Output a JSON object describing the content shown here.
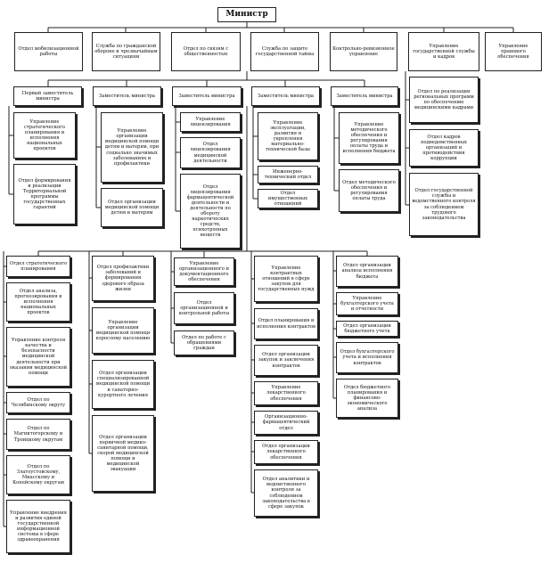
{
  "minister": "Министр",
  "departments": [
    "Отдел мобилизационной работы",
    "Служба по гражданской обороне и чрезвычайным ситуациям",
    "Отдел по связям с общественностью",
    "Служба по защите государственной тайны",
    "Контрольно-ревизионное управление",
    "Управление государственной службы и кадров",
    "Управление правового обеспечения"
  ],
  "hr_units": [
    "Отдел по реализации региональных программ по обеспечению медицинскими кадрами",
    "Отдел кадров подведомственных организаций и противодействия коррупции",
    "Отдел государственной службы и ведомственного контроля за соблюдением трудового законодательства"
  ],
  "deputies": [
    "Первый заместитель министра",
    "Заместитель министра",
    "Заместитель министра",
    "Заместитель министра",
    "Заместитель министра"
  ],
  "col1": {
    "upper": [
      "Управление стратегического планирования и исполнения национальных проектов",
      "Отдел формирования и реализации Территориальной программы государственных гарантий"
    ],
    "lower": [
      "Отдел стратегического планирования",
      "Отдел анализа, прогнозирования и исполнения национальных проектов",
      "Управление контроля качества и безопасности медицинской деятельности при оказании медицинской помощи",
      "Отдел по Челябинскому округу",
      "Отдел по Магнитогорскому и Троицкому округам",
      "Отдел по Златоустовскому, Миасскому и Копейскому округам",
      "Управление внедрения и развития единой государственной информационной системы в сфере здравоохранения"
    ]
  },
  "col2": {
    "upper": [
      "Управление организации медицинской помощи детям и матерям, при социально значимых заболеваниях и профилактики",
      "Отдел организации медицинской помощи детям и матерям"
    ],
    "lower": [
      "Отдел профилактики заболеваний и формирования здорового образа жизни",
      "Управление организации медицинской помощи взрослому населению",
      "Отдел организации специализированной медицинской помощи и санаторно-курортного лечения",
      "Отдел организации первичной медико-санитарной помощи, скорой медицинской помощи и медицинской эвакуации"
    ]
  },
  "col3": {
    "upper": [
      "Управление лицензирования",
      "Отдел лицензирования медицинской деятельности",
      "Отдел лицензирования фармацевтической деятельности и деятельности по обороту наркотических средств, психотропных веществ"
    ],
    "lower": [
      "Управление организационного и документационного обеспечения",
      "Отдел организационной и контрольной работы",
      "Отдел по работе с обращениями граждан"
    ]
  },
  "col4": {
    "upper": [
      "Управление эксплуатации, развития и укрепления материально-технической базы",
      "Инженерно-технический отдел",
      "Отдел имущественных отношений"
    ],
    "lower": [
      "Управление контрактных отношений в сфере закупок для государственных нужд",
      "Отдел планирования и исполнения контрактов",
      "Отдел организации закупок и заключения контрактов",
      "Управление лекарственного обеспечения",
      "Организационно-фармацевтический отдел",
      "Отдел организации лекарственного обеспечения",
      "Отдел аналитики и ведомственного контроля за соблюдением законодательства в сфере закупок"
    ]
  },
  "col5": {
    "upper": [
      "Управление методического обеспечения и регулирования оплаты труда и исполнения бюджета",
      "Отдел методического обеспечения и регулирования оплаты труда"
    ],
    "lower": [
      "Отдел организации анализа исполнения бюджета",
      "Управление бухгалтерского учета и отчетности",
      "Отдел организации бюджетного учета",
      "Отдел бухгалтерского учета и исполнения контрактов",
      "Отдел бюджетного планирования и финансово-экономического анализа"
    ]
  }
}
